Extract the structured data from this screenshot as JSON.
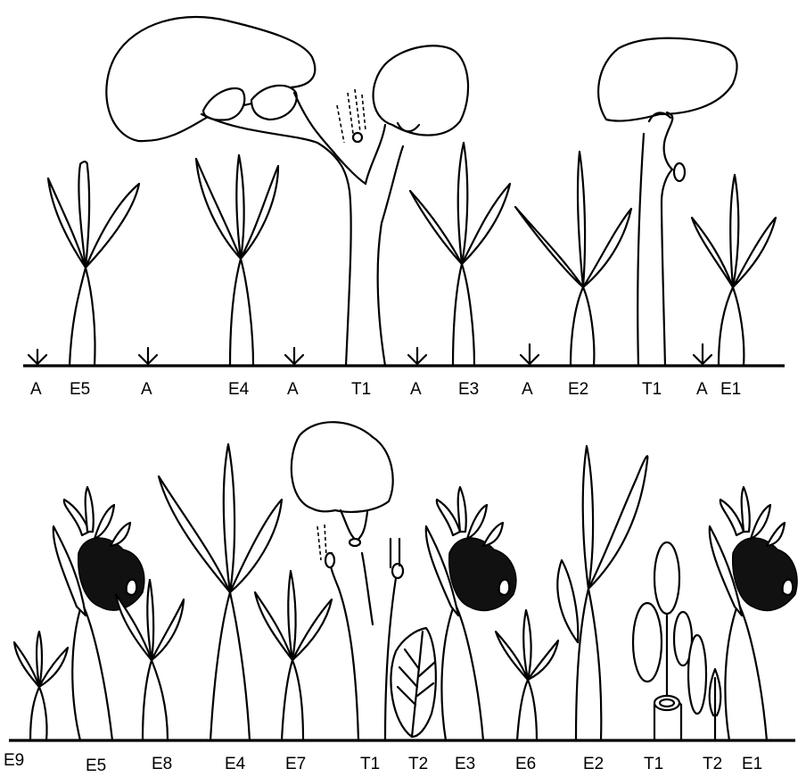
{
  "panels": [
    {
      "labels": [
        "A",
        "E5",
        "A",
        "E4",
        "A",
        "T1",
        "A",
        "E3",
        "A",
        "E2",
        "T1",
        "A",
        "E1"
      ]
    },
    {
      "labels": [
        "E9",
        "E5",
        "E8",
        "E4",
        "E7",
        "T1",
        "T2",
        "E3",
        "E6",
        "E2",
        "T1",
        "T2",
        "E1"
      ]
    }
  ]
}
